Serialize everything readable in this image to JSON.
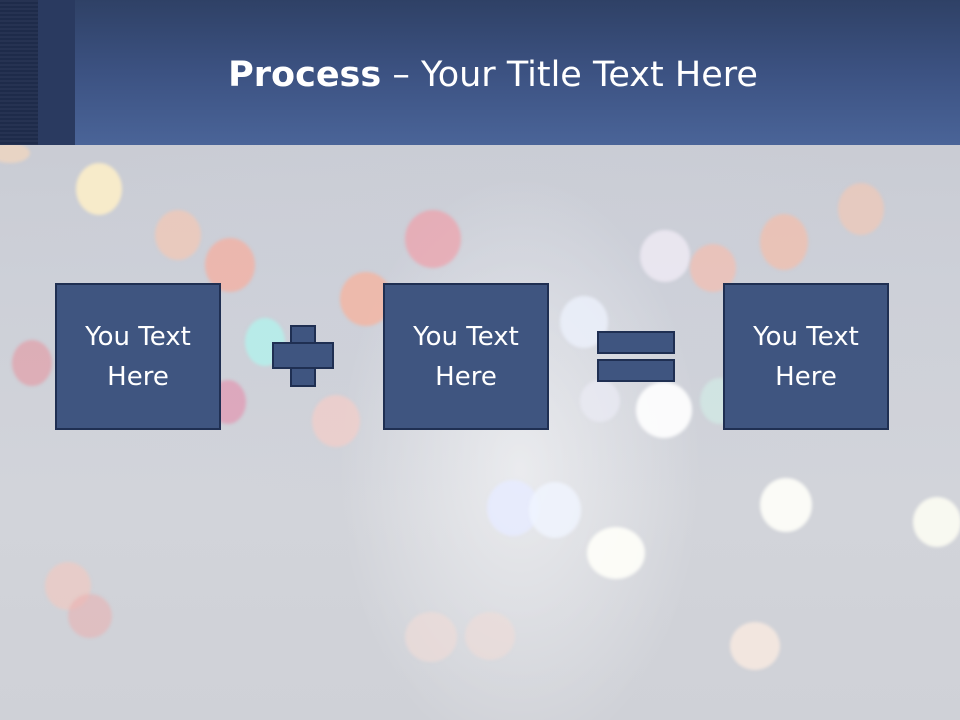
{
  "header": {
    "title_bold": "Process",
    "title_dash": " – ",
    "title_rest": "Your Title Text Here"
  },
  "boxes": [
    {
      "line1": "You Text",
      "line2": "Here"
    },
    {
      "line1": "You Text",
      "line2": "Here"
    },
    {
      "line1": "You Text",
      "line2": "Here"
    }
  ],
  "colors": {
    "header": "#3c5282",
    "box_fill": "#3f5580",
    "box_border": "#1f2f52",
    "text": "#ffffff"
  },
  "operators": [
    "plus",
    "equals"
  ]
}
